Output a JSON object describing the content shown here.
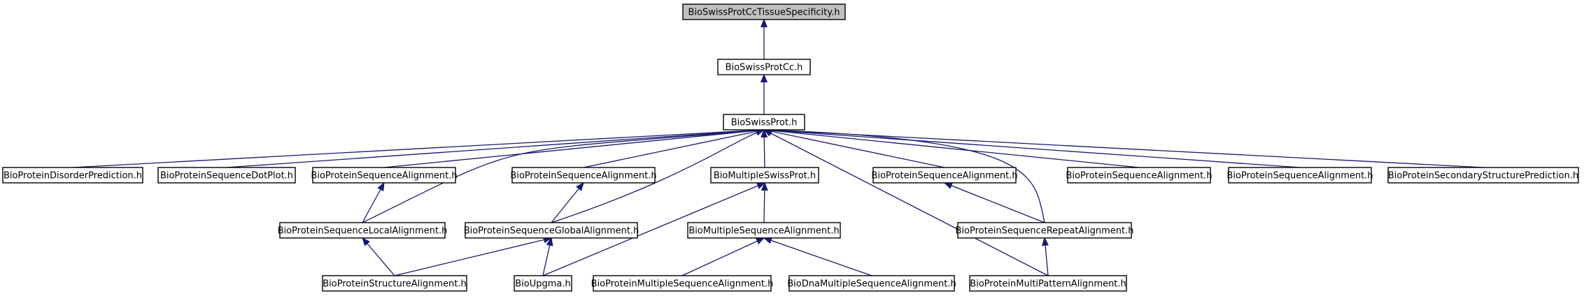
{
  "graph": {
    "edge_color": "#191970",
    "root_fill": "#c0c0c0",
    "node_fill": "#ffffff",
    "nodes": [
      {
        "id": "n0",
        "label": "BioSwissProtCcTissueSpecificity.h",
        "root": true
      },
      {
        "id": "n1",
        "label": "BioSwissProtCc.h"
      },
      {
        "id": "n2",
        "label": "BioSwissProt.h"
      },
      {
        "id": "n3",
        "label": "BioProteinDisorderPrediction.h"
      },
      {
        "id": "n4",
        "label": "BioProteinSequenceDotPlot.h"
      },
      {
        "id": "n5",
        "label": "BioProteinSequenceAlignment.h"
      },
      {
        "id": "n6",
        "label": "BioProteinSequenceAlignment.h"
      },
      {
        "id": "n7",
        "label": "BioMultipleSwissProt.h"
      },
      {
        "id": "n8",
        "label": "BioProteinSequenceAlignment.h"
      },
      {
        "id": "n9",
        "label": "BioProteinSequenceAlignment.h"
      },
      {
        "id": "n10",
        "label": "BioProteinSequenceAlignment.h"
      },
      {
        "id": "n11",
        "label": "BioProteinSecondaryStructurePrediction.h"
      },
      {
        "id": "n12",
        "label": "BioProteinSequenceLocalAlignment.h"
      },
      {
        "id": "n13",
        "label": "BioProteinSequenceGlobalAlignment.h"
      },
      {
        "id": "n14",
        "label": "BioMultipleSequenceAlignment.h"
      },
      {
        "id": "n15",
        "label": "BioProteinSequenceRepeatAlignment.h"
      },
      {
        "id": "n16",
        "label": "BioProteinStructureAlignment.h"
      },
      {
        "id": "n17",
        "label": "BioUpgma.h"
      },
      {
        "id": "n18",
        "label": "BioProteinMultipleSequenceAlignment.h"
      },
      {
        "id": "n19",
        "label": "BioDnaMultipleSequenceAlignment.h"
      },
      {
        "id": "n20",
        "label": "BioProteinMultiPatternAlignment.h"
      }
    ],
    "edges": [
      {
        "from": "n1",
        "to": "n0"
      },
      {
        "from": "n2",
        "to": "n1"
      },
      {
        "from": "n3",
        "to": "n2"
      },
      {
        "from": "n4",
        "to": "n2"
      },
      {
        "from": "n5",
        "to": "n2"
      },
      {
        "from": "n6",
        "to": "n2"
      },
      {
        "from": "n7",
        "to": "n2"
      },
      {
        "from": "n8",
        "to": "n2"
      },
      {
        "from": "n9",
        "to": "n2"
      },
      {
        "from": "n10",
        "to": "n2"
      },
      {
        "from": "n11",
        "to": "n2"
      },
      {
        "from": "n12",
        "to": "n2"
      },
      {
        "from": "n13",
        "to": "n2"
      },
      {
        "from": "n15",
        "to": "n2"
      },
      {
        "from": "n20",
        "to": "n2"
      },
      {
        "from": "n12",
        "to": "n5"
      },
      {
        "from": "n13",
        "to": "n6"
      },
      {
        "from": "n14",
        "to": "n7"
      },
      {
        "from": "n17",
        "to": "n7"
      },
      {
        "from": "n15",
        "to": "n8"
      },
      {
        "from": "n16",
        "to": "n12"
      },
      {
        "from": "n16",
        "to": "n13"
      },
      {
        "from": "n17",
        "to": "n13"
      },
      {
        "from": "n18",
        "to": "n14"
      },
      {
        "from": "n19",
        "to": "n14"
      },
      {
        "from": "n20",
        "to": "n15"
      }
    ]
  }
}
